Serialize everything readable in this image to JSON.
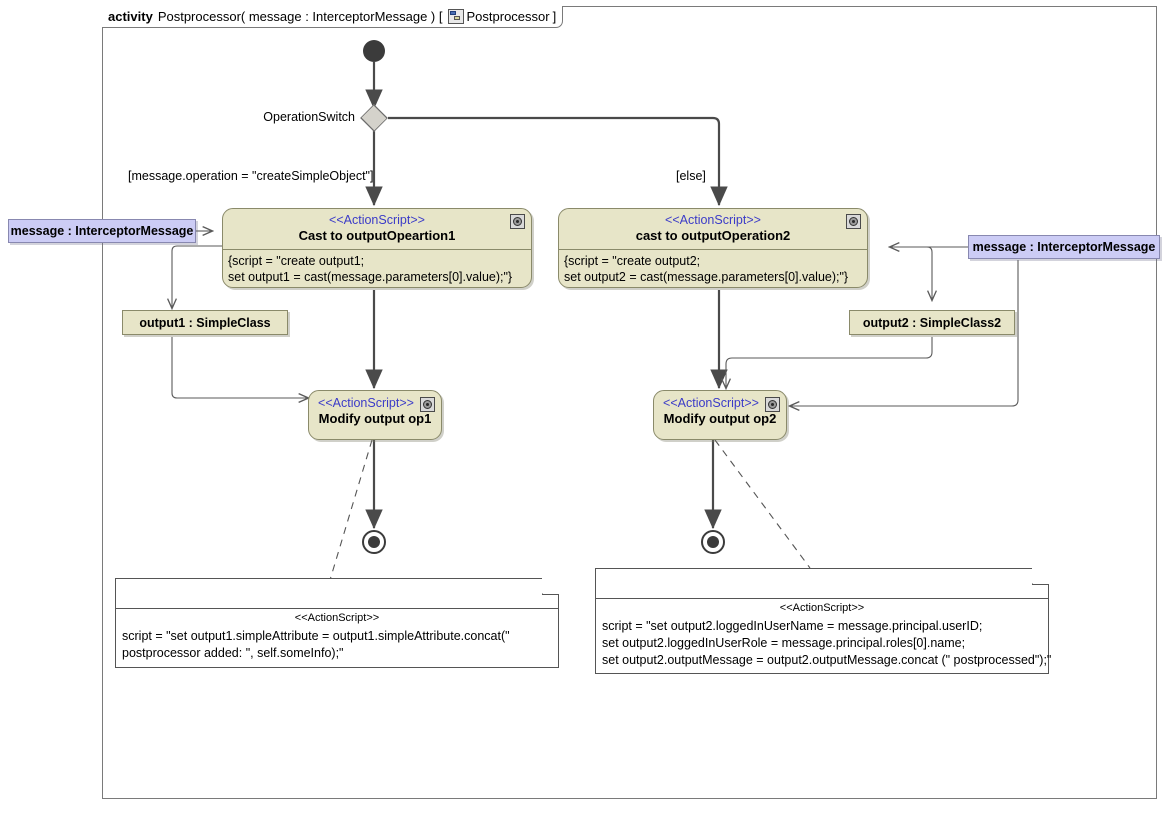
{
  "frame": {
    "keyword": "activity",
    "signature": "Postprocessor( message : InterceptorMessage ) [",
    "icon": "class-diagram-icon",
    "diagram_name": "Postprocessor",
    "close_bracket": "]"
  },
  "decision": {
    "label": "OperationSwitch",
    "guards": {
      "left": "[message.operation = \"createSimpleObject\"]",
      "right": "[else]"
    }
  },
  "actions": {
    "cast_op1": {
      "stereotype": "<<ActionScript>>",
      "name": "Cast to outputOpeartion1",
      "body": "{script = \"create output1;\nset output1 = cast(message.parameters[0].value);\"}",
      "icon": "action-script-icon"
    },
    "cast_op2": {
      "stereotype": "<<ActionScript>>",
      "name": "cast to outputOperation2",
      "body": "{script = \"create output2;\nset output2 = cast(message.parameters[0].value);\"}",
      "icon": "action-script-icon"
    },
    "modify_op1": {
      "stereotype": "<<ActionScript>>",
      "name": "Modify output op1",
      "icon": "action-script-icon"
    },
    "modify_op2": {
      "stereotype": "<<ActionScript>>",
      "name": "Modify output op2",
      "icon": "action-script-icon"
    }
  },
  "object_nodes": {
    "message_left": "message : InterceptorMessage",
    "message_right": "message : InterceptorMessage",
    "output1": "output1 : SimpleClass",
    "output2": "output2 : SimpleClass2"
  },
  "notes": {
    "note1": {
      "stereotype": "<<ActionScript>>",
      "text": "script = \"set output1.simpleAttribute = output1.simpleAttribute.concat(\"\npostprocessor added: \", self.someInfo);\""
    },
    "note2": {
      "stereotype": "<<ActionScript>>",
      "text": "script = \"set output2.loggedInUserName = message.principal.userID;\nset output2.loggedInUserRole = message.principal.roles[0].name;\nset output2.outputMessage = output2.outputMessage.concat (\" postprocessed\");\""
    }
  },
  "nodes": {
    "initial": "initial-node",
    "final_left": "activity-final-node",
    "final_right": "activity-final-node"
  },
  "colors": {
    "action_fill": "#e7e5c8",
    "action_border": "#8a8a6a",
    "message_fill": "#ccccf5",
    "message_border": "#8888b0",
    "stereotype_text": "#3b3bc8",
    "decision_fill": "#d4d2cb",
    "flow_line": "#4a4a4a",
    "object_flow_line": "#5a5a5a",
    "note_border": "#555555",
    "frame_border": "#7a7a7a"
  }
}
